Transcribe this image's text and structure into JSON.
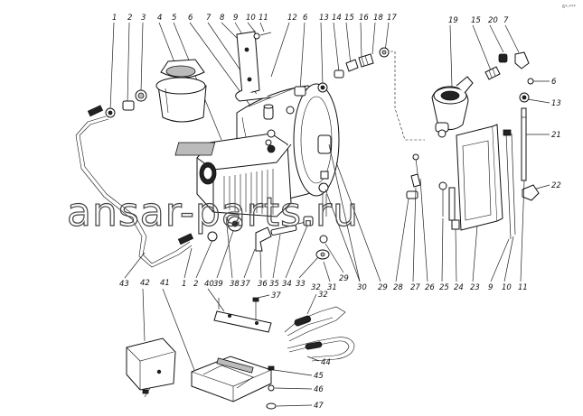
{
  "diagram": {
    "watermark": "ansar-parts.ru",
    "corner_mark": "6*-***",
    "callouts_top": [
      "1",
      "2",
      "3",
      "4",
      "5",
      "6",
      "7",
      "8",
      "9",
      "10",
      "11",
      "12",
      "6",
      "13",
      "14",
      "15",
      "16",
      "18",
      "17",
      "19",
      "15",
      "20",
      "7",
      "6",
      "13",
      "21",
      "22"
    ],
    "callouts_bottom": [
      "43",
      "1",
      "2",
      "39",
      "38",
      "37",
      "36",
      "35",
      "34",
      "33",
      "32",
      "31",
      "29",
      "30",
      "29",
      "28",
      "27",
      "26",
      "25",
      "24",
      "23",
      "9",
      "10",
      "11"
    ],
    "callouts_lower": [
      "42",
      "41",
      "40",
      "37",
      "32",
      "44",
      "45",
      "46",
      "47"
    ]
  }
}
